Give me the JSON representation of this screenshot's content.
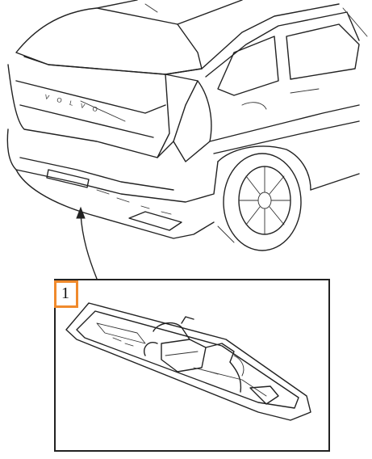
{
  "diagram": {
    "callouts": [
      {
        "id": "1",
        "label": "1"
      }
    ],
    "badge_text": "VOLVO",
    "colors": {
      "line": "#222222",
      "callout_border": "#f08a2c",
      "background": "#ffffff"
    }
  }
}
